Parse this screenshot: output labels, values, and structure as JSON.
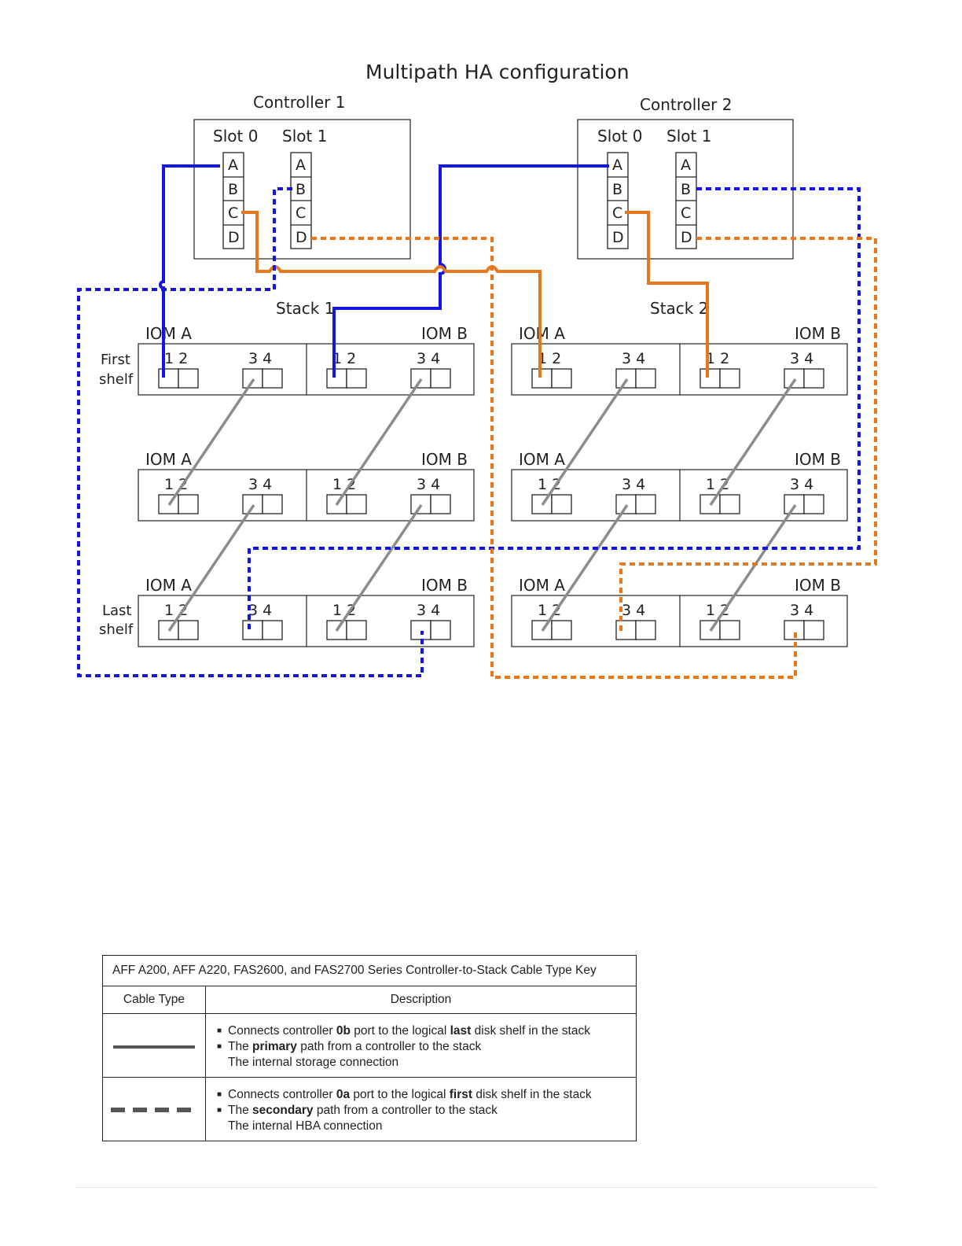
{
  "diagram": {
    "title": "Multipath HA configuration",
    "controller1": {
      "label": "Controller 1",
      "slot0": "Slot 0",
      "slot1": "Slot 1"
    },
    "controller2": {
      "label": "Controller 2",
      "slot0": "Slot 0",
      "slot1": "Slot 1"
    },
    "ports": [
      "A",
      "B",
      "C",
      "D"
    ],
    "stack1": "Stack 1",
    "stack2": "Stack 2",
    "iom_a": "IOM A",
    "iom_b": "IOM B",
    "port_12": "1  2",
    "port_34": "3  4",
    "first_shelf": [
      "First",
      "shelf"
    ],
    "last_shelf": [
      "Last",
      "shelf"
    ],
    "colors": {
      "blue": "#1414e6",
      "orange": "#e8761a",
      "gray": "#8c8c8c"
    }
  },
  "key": {
    "caption": "AFF A200, AFF A220, FAS2600, and FAS2700 Series Controller-to-Stack Cable Type Key",
    "col_type": "Cable Type",
    "col_desc": "Description",
    "solid": {
      "b1_pre": "Connects controller ",
      "b1_bold1": "0b",
      "b1_mid": " port to the logical ",
      "b1_bold2": "last",
      "b1_post": " disk shelf in the stack",
      "b2_pre": "The ",
      "b2_bold": "primary",
      "b2_post": " path from a controller to the stack",
      "cont": "The internal storage connection"
    },
    "dashed": {
      "b1_pre": "Connects controller ",
      "b1_bold1": "0a",
      "b1_mid": " port to the logical ",
      "b1_bold2": "first",
      "b1_post": " disk shelf in the stack",
      "b2_pre": "The ",
      "b2_bold": "secondary",
      "b2_post": " path from a controller to the stack",
      "cont": "The internal HBA connection"
    }
  }
}
